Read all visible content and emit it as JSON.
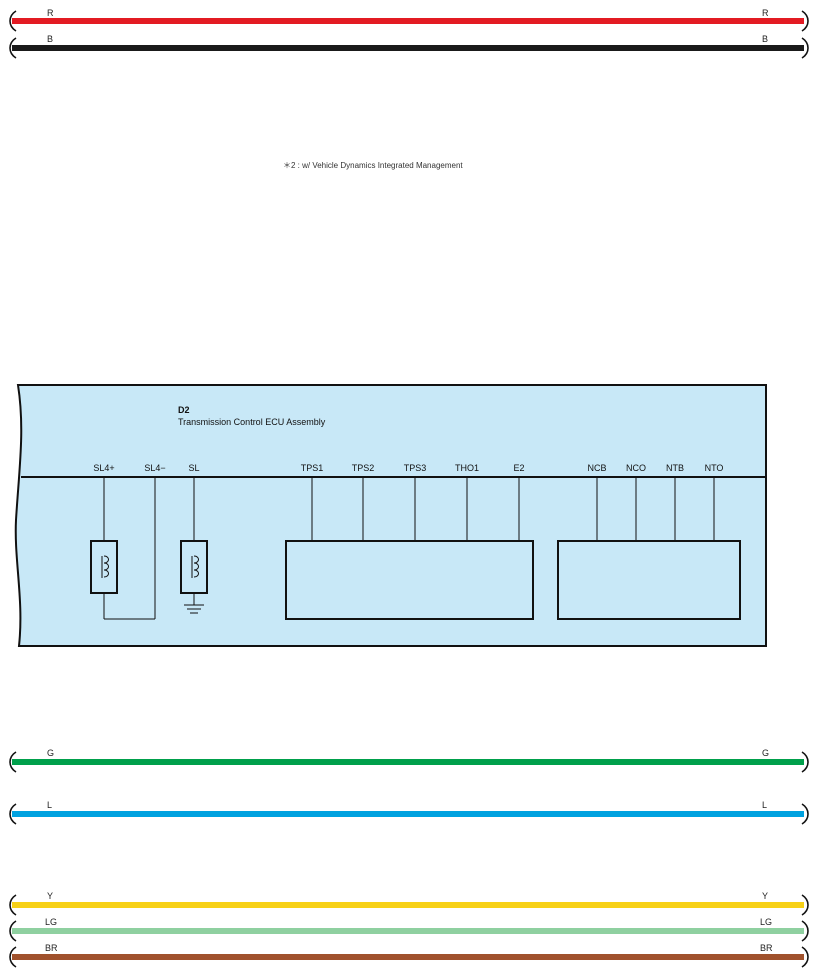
{
  "wires": [
    {
      "id": "r",
      "label": "R",
      "color": "#e31b23"
    },
    {
      "id": "b",
      "label": "B",
      "color": "#1a1a1a"
    },
    {
      "id": "g",
      "label": "G",
      "color": "#00a04b"
    },
    {
      "id": "l",
      "label": "L",
      "color": "#00a2e0"
    },
    {
      "id": "y",
      "label": "Y",
      "color": "#f7d117"
    },
    {
      "id": "lg",
      "label": "LG",
      "color": "#8fd0a0"
    },
    {
      "id": "br",
      "label": "BR",
      "color": "#a0522d"
    }
  ],
  "note": "＊2 : w/ Vehicle Dynamics Integrated Management",
  "ecu": {
    "code": "D2",
    "name": "Transmission Control ECU Assembly",
    "fill_color": "#c8e8f7",
    "pins": {
      "sl4p": "SL4+",
      "sl4m": "SL4−",
      "sl": "SL",
      "tps1": "TPS1",
      "tps2": "TPS2",
      "tps3": "TPS3",
      "tho1": "THO1",
      "e2": "E2",
      "ncb": "NCB",
      "nco": "NCO",
      "ntb": "NTB",
      "nto": "NTO"
    }
  },
  "icons": {
    "solenoid": "solenoid-coil-icon",
    "ground": "ground-icon"
  }
}
